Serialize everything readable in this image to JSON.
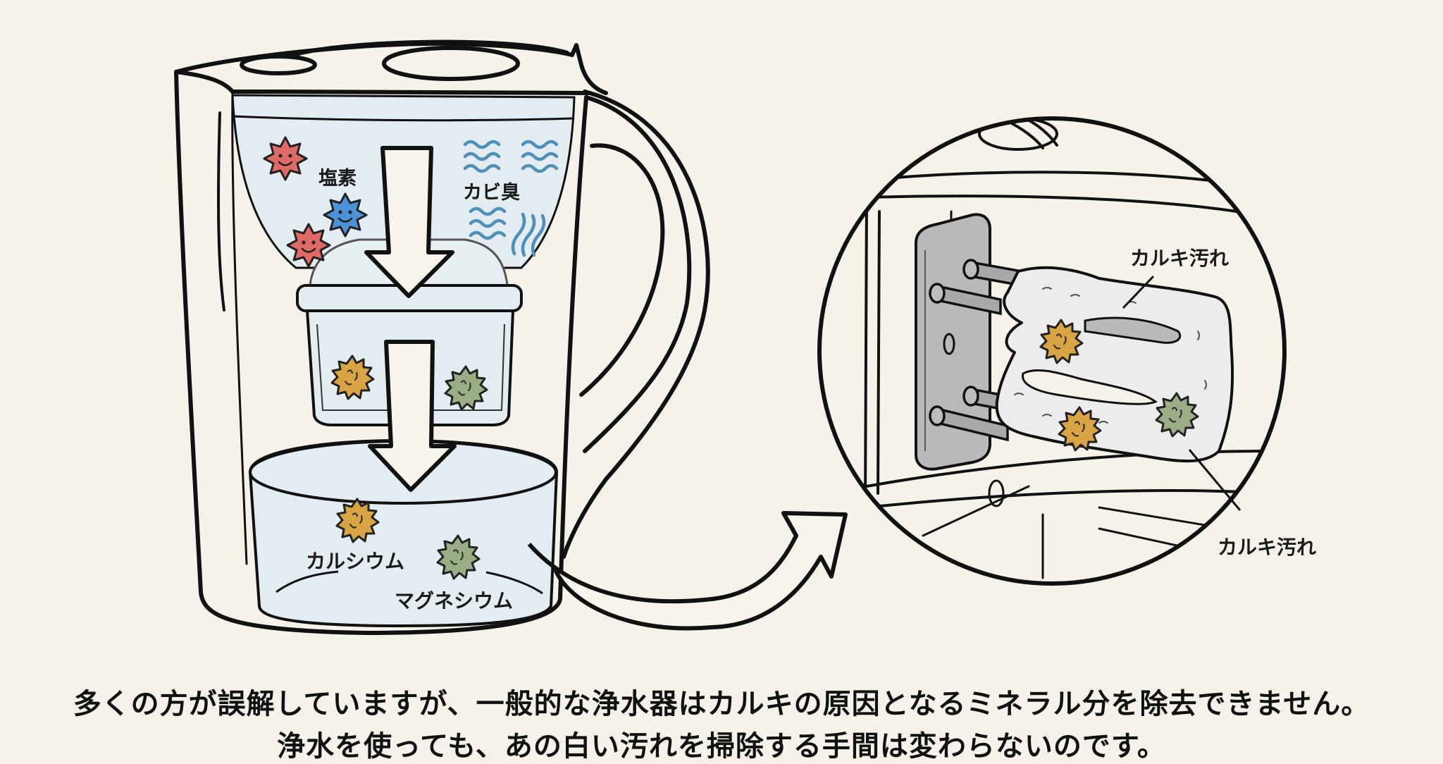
{
  "pitcher": {
    "labels": {
      "chlorine": "塩素",
      "mold_odor": "カビ臭",
      "calcium": "カルシウム",
      "magnesium": "マグネシウム"
    }
  },
  "heater_closeup": {
    "labels": {
      "scale_top": "カルキ汚れ",
      "scale_bottom": "カルキ汚れ"
    }
  },
  "caption": {
    "line1": "多くの方が誤解していますが、一般的な浄水器はカルキの原因となるミネラル分を除去できません。",
    "line2": "浄水を使っても、あの白い汚れを掃除する手間は変わらないのです。"
  },
  "colors": {
    "background": "#f5f2ea",
    "water": "#e3ecf1",
    "chlorine_red": "#e06a66",
    "chlorine_blue": "#4b93d6",
    "odor_waves": "#4f90b8",
    "calcium": "#d9a544",
    "magnesium": "#9aae86",
    "plate_gray": "#b9b9b9",
    "scale_white": "#ececec"
  }
}
